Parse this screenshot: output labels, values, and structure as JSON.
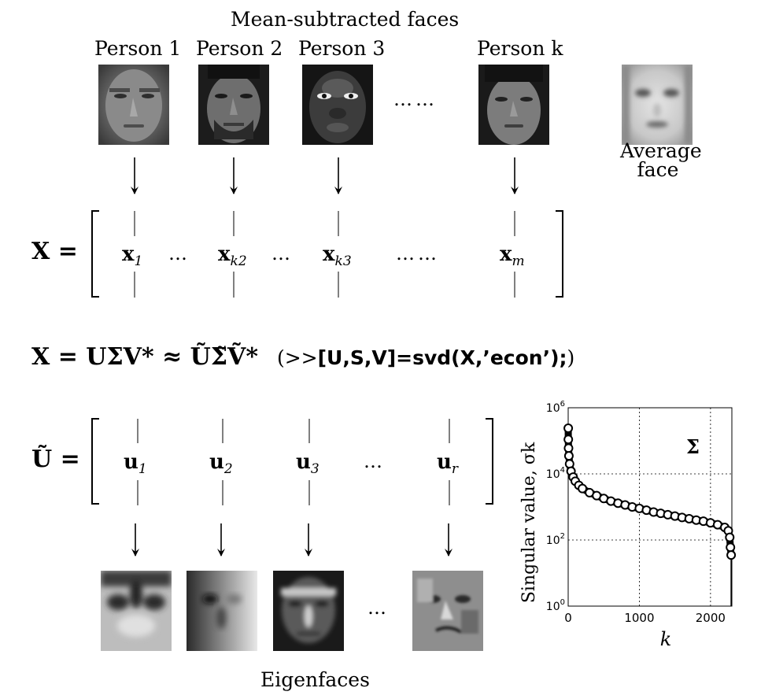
{
  "header": {
    "title": "Mean-subtracted faces"
  },
  "persons": [
    {
      "label": "Person 1"
    },
    {
      "label": "Person 2"
    },
    {
      "label": "Person 3"
    },
    {
      "label": "Person k"
    }
  ],
  "ellipsis_wide": "……",
  "ellipsis_short": "…",
  "average_face": {
    "line1": "Average",
    "line2": "face"
  },
  "matrix_x": {
    "lhs": "X =",
    "cols": [
      {
        "base": "x",
        "sub": "1"
      },
      {
        "base": "x",
        "sub": "k2"
      },
      {
        "base": "x",
        "sub": "k3"
      },
      {
        "base": "x",
        "sub": "m"
      }
    ]
  },
  "svd_equation": {
    "lhs": "X = UΣV* ≈ ŨΣ̃Ṽ*",
    "code_open": "(>>",
    "code": "[U,S,V]=svd(X,’econ’);",
    "code_close": ")"
  },
  "matrix_u": {
    "lhs": "Ũ =",
    "cols": [
      {
        "base": "u",
        "sub": "1"
      },
      {
        "base": "u",
        "sub": "2"
      },
      {
        "base": "u",
        "sub": "3"
      },
      {
        "base": "u",
        "sub": "r"
      }
    ]
  },
  "footer": {
    "label": "Eigenfaces"
  },
  "chart_data": {
    "type": "scatter",
    "title": "",
    "annotation": "Σ",
    "xlabel": "k",
    "ylabel": "Singular value, σk",
    "xlim": [
      0,
      2300
    ],
    "ylim": [
      1,
      1000000
    ],
    "yscale": "log",
    "x_ticks": [
      "0",
      "1000",
      "2000"
    ],
    "y_ticks": [
      "10^0",
      "10^2",
      "10^4",
      "10^6"
    ],
    "grid": true,
    "series": [
      {
        "x": [
          1,
          2,
          5,
          10,
          20,
          40,
          70,
          100,
          150,
          200,
          300,
          400,
          500,
          600,
          700,
          800,
          900,
          1000,
          1100,
          1200,
          1300,
          1400,
          1500,
          1600,
          1700,
          1800,
          1900,
          2000,
          2100,
          2200,
          2250,
          2270,
          2280,
          2290
        ],
        "y": [
          240000,
          110000,
          60000,
          35000,
          20000,
          12000,
          8000,
          6000,
          4500,
          3600,
          2700,
          2200,
          1800,
          1500,
          1300,
          1150,
          1000,
          900,
          800,
          700,
          640,
          580,
          530,
          480,
          440,
          400,
          370,
          330,
          290,
          240,
          190,
          120,
          60,
          35
        ]
      }
    ]
  }
}
